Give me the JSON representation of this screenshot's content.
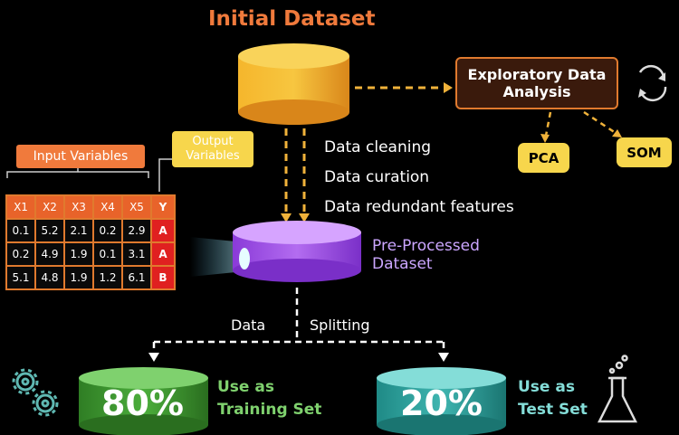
{
  "title": "Initial Dataset",
  "processing_steps": [
    "Data cleaning",
    "Data curation",
    "Data redundant features"
  ],
  "eda": {
    "line1": "Exploratory Data",
    "line2": "Analysis"
  },
  "eda_outputs": {
    "pca": "PCA",
    "som": "SOM"
  },
  "input_variables_label": "Input Variables",
  "output_variables_label": {
    "line1": "Output",
    "line2": "Variables"
  },
  "table": {
    "headers": [
      "X1",
      "X2",
      "X3",
      "X4",
      "X5",
      "Y"
    ],
    "rows": [
      [
        "0.1",
        "5.2",
        "2.1",
        "0.2",
        "2.9",
        "A"
      ],
      [
        "0.2",
        "4.9",
        "1.9",
        "0.1",
        "3.1",
        "A"
      ],
      [
        "5.1",
        "4.8",
        "1.9",
        "1.2",
        "6.1",
        "B"
      ]
    ]
  },
  "preprocessed": {
    "line1": "Pre-Processed",
    "line2": "Dataset"
  },
  "splitting": {
    "left": "Data",
    "right": "Splitting"
  },
  "training": {
    "percent": "80%",
    "line1": "Use as",
    "line2": "Training Set"
  },
  "test": {
    "percent": "20%",
    "line1": "Use as",
    "line2": "Test Set"
  },
  "colors": {
    "orange": "#f07a3c",
    "yellow": "#f7d64c",
    "purple": "#b36cf0",
    "green": "#4cae3c",
    "teal": "#3fb5b0"
  }
}
